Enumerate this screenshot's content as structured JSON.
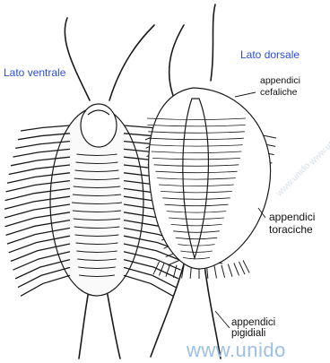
{
  "labels": {
    "ventral_side": "Lato ventrale",
    "dorsal_side": "Lato dorsale",
    "cephalic_1": "appendici",
    "cephalic_2": "cefaliche",
    "thoracic_1": "appendici",
    "thoracic_2": "toraciche",
    "pygidial_1": "appendici",
    "pygidial_2": "pigidiali"
  },
  "watermark": {
    "main": "www.unido",
    "diagonal": "www.unido"
  },
  "colors": {
    "label_blue": "#2a4fd6",
    "ink": "#1a1a1a",
    "watermark": "#9cc0e6"
  }
}
